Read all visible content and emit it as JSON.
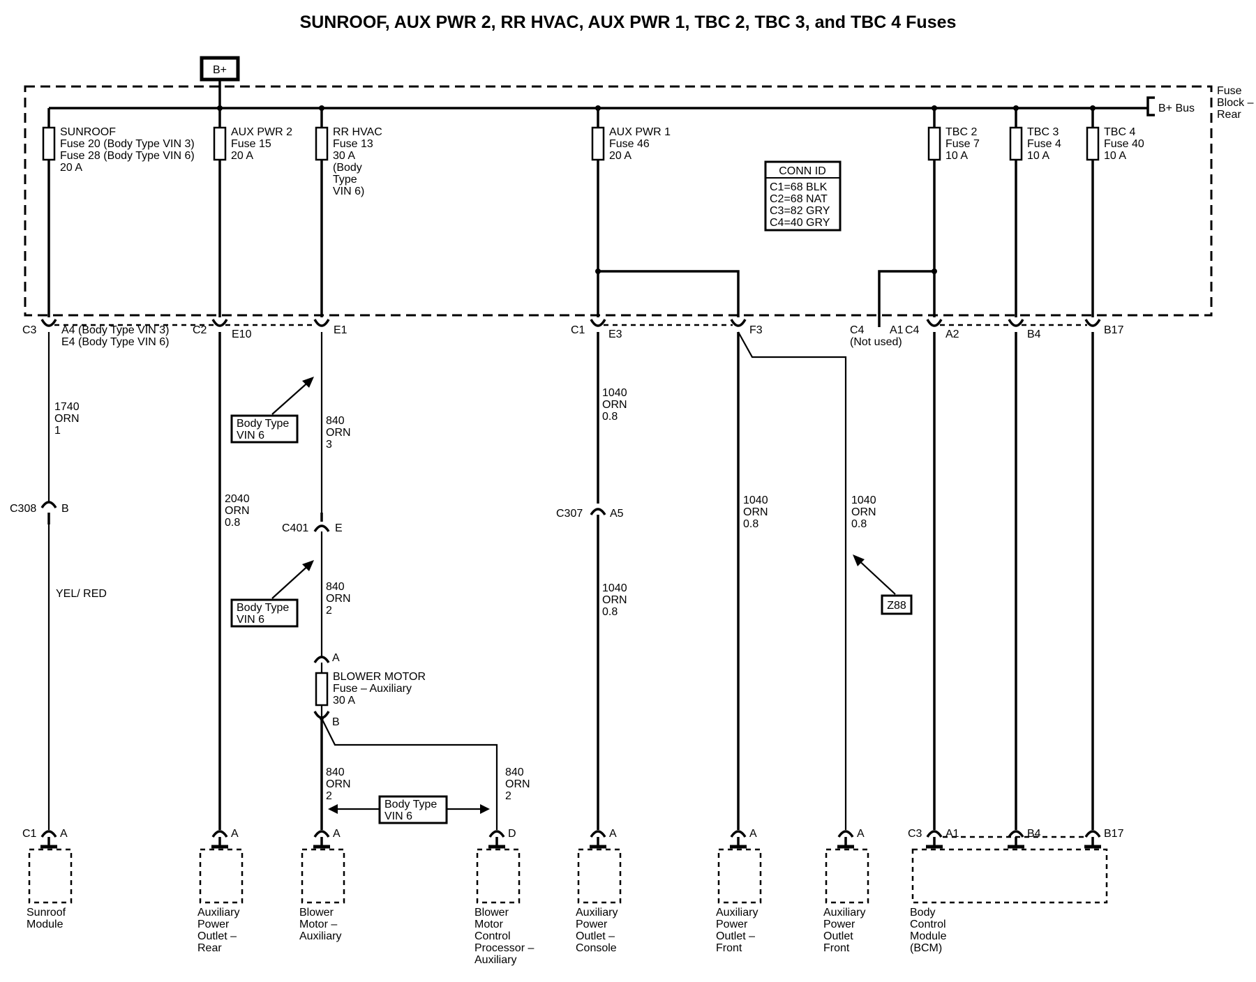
{
  "title": "SUNROOF, AUX PWR 2, RR HVAC, AUX PWR 1, TBC 2,     TBC 3, and TBC 4 Fuses",
  "supply": {
    "battery": "B+",
    "bus": "B+ Bus",
    "block": [
      "Fuse",
      "Block –",
      "Rear"
    ]
  },
  "conn_id": {
    "heading": "CONN ID",
    "rows": [
      "C1=68 BLK",
      "C2=68 NAT",
      "C3=82 GRY",
      "C4=40 GRY"
    ]
  },
  "fuses": [
    {
      "lines": [
        "SUNROOF",
        "Fuse 20 (Body Type VIN 3)",
        "Fuse 28 (Body Type VIN 6)",
        "20 A"
      ]
    },
    {
      "lines": [
        "AUX PWR 2",
        "Fuse 15",
        "20 A"
      ]
    },
    {
      "lines": [
        "RR HVAC",
        "Fuse 13",
        "30 A",
        "(Body",
        "Type",
        "VIN 6)"
      ]
    },
    {
      "lines": [
        "AUX PWR 1",
        "Fuse 46",
        "20 A"
      ]
    },
    {
      "lines": [
        "TBC 2",
        "Fuse 7",
        "10 A"
      ]
    },
    {
      "lines": [
        "TBC 3",
        "Fuse 4",
        "10 A"
      ]
    },
    {
      "lines": [
        "TBC 4",
        "Fuse 40",
        "10 A"
      ]
    }
  ],
  "block_connectors": [
    {
      "conn": "C3",
      "pin": "A4 (Body Type VIN 3)",
      "pin2": "E4 (Body Type VIN 6)"
    },
    {
      "conn": "C2",
      "pin": "E10"
    },
    {
      "conn": "",
      "pin": "E1"
    },
    {
      "conn": "C1",
      "pin": "E3"
    },
    {
      "conn": "",
      "pin": "F3"
    },
    {
      "conn": "C4",
      "pin": "A1",
      "note": "(Not used)"
    },
    {
      "conn": "C4",
      "pin": "A2"
    },
    {
      "conn": "",
      "pin": "B4"
    },
    {
      "conn": "",
      "pin": "B17"
    }
  ],
  "wires": [
    {
      "lines": [
        "1740",
        "ORN",
        "1"
      ]
    },
    {
      "lines": [
        "2040",
        "ORN",
        "0.8"
      ]
    },
    {
      "lines": [
        "840",
        "ORN",
        "3"
      ]
    },
    {
      "lines": [
        "840",
        "ORN",
        "2"
      ]
    },
    {
      "lines": [
        "1040",
        "ORN",
        "0.8"
      ]
    },
    {
      "lines": [
        "1040",
        "ORN",
        "0.8"
      ]
    },
    {
      "lines": [
        "1040",
        "ORN",
        "0.8"
      ]
    },
    {
      "lines": [
        "1040",
        "ORN",
        "0.8"
      ]
    },
    {
      "lines": [
        "840",
        "ORN",
        "2"
      ]
    },
    {
      "lines": [
        "840",
        "ORN",
        "2"
      ]
    },
    {
      "lines": [
        "YEL/ RED"
      ]
    }
  ],
  "inline_connectors": [
    {
      "name": "C308",
      "pin": "B"
    },
    {
      "name": "C401",
      "pin": "E"
    },
    {
      "name": "C307",
      "pin": "A5"
    }
  ],
  "blower_fuse": {
    "lines": [
      "BLOWER MOTOR",
      "Fuse – Auxiliary",
      "30 A"
    ],
    "pin_top": "A",
    "pin_bottom": "B"
  },
  "callouts": {
    "body_type": [
      "Body Type",
      "VIN 6"
    ],
    "option": "Z88"
  },
  "components": [
    {
      "conn": "C1",
      "pin": "A",
      "lines": [
        "Sunroof",
        "Module"
      ]
    },
    {
      "conn": "",
      "pin": "A",
      "lines": [
        "Auxiliary",
        "Power",
        "Outlet –",
        "Rear"
      ]
    },
    {
      "conn": "",
      "pin": "A",
      "lines": [
        "Blower",
        "Motor –",
        "Auxiliary"
      ]
    },
    {
      "conn": "",
      "pin": "D",
      "lines": [
        "Blower",
        "Motor",
        "Control",
        "Processor –",
        "Auxiliary"
      ]
    },
    {
      "conn": "",
      "pin": "A",
      "lines": [
        "Auxiliary",
        "Power",
        "Outlet –",
        "Console"
      ]
    },
    {
      "conn": "",
      "pin": "A",
      "lines": [
        "Auxiliary",
        "Power",
        "Outlet –",
        "Front"
      ]
    },
    {
      "conn": "",
      "pin": "A",
      "lines": [
        "Auxiliary",
        "Power",
        "Outlet",
        "Front"
      ]
    },
    {
      "conn": "C3",
      "pins": [
        "A1",
        "B4",
        "B17"
      ],
      "lines": [
        "Body",
        "Control",
        "Module",
        "(BCM)"
      ]
    }
  ]
}
